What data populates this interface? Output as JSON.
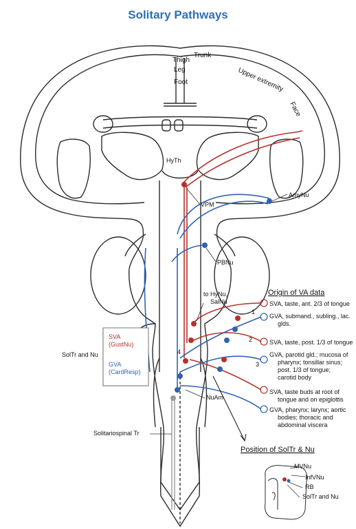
{
  "title": "Solitary Pathways",
  "colors": {
    "title": "#2d6fb5",
    "outline": "#2a2a2a",
    "sva": "#b5302c",
    "gva": "#2e63b3",
    "neuron_gray": "#9a9a9a"
  },
  "cortex_labels": {
    "thigh": "Thigh",
    "trunk": "Trunk",
    "leg": "Leg",
    "foot": "Foot",
    "upper_extremity": "Upper extremity",
    "face": "Face"
  },
  "structures": {
    "hyth": "HyTh",
    "vpm": "VPM",
    "amynu": "AmyNu",
    "pbnu": "PBNu",
    "to_hynu": "to HyNu,",
    "salnu": "SalNu",
    "nuam": "NuAm",
    "solitariospinal": "Solitariospinal Tr",
    "soltr_and_nu": "SolTr and Nu",
    "level_4": "4"
  },
  "legend": {
    "sva": "SVA",
    "sva_sub": "(GustNu)",
    "gva": "GVA",
    "gva_sub": "(CardResp)"
  },
  "origin": {
    "heading": "Origin of VA data",
    "items": [
      {
        "kind": "sva",
        "lines": [
          "SVA, taste, ant. 2/3 of tongue"
        ]
      },
      {
        "kind": "gva",
        "lines": [
          "GVA, submand., subling., lac.",
          "glds."
        ]
      },
      {
        "kind": "sva",
        "lines": [
          "SVA, taste, post. 1/3 of tongue"
        ]
      },
      {
        "kind": "gva",
        "lines": [
          "GVA, parotid gld.; mucosa of",
          "pharynx;  tonsillar sinus;",
          "post. 1/3 of tongue;",
          "carotid body"
        ]
      },
      {
        "kind": "sva",
        "lines": [
          "SVA, taste buds at root of",
          "tongue and on epiglottis"
        ]
      },
      {
        "kind": "gva",
        "lines": [
          "GVA, pharynx; larynx; aortic",
          "bodies; thoracic and",
          "abdominal viscera"
        ]
      }
    ],
    "nerve_numbers": [
      "1",
      "2",
      "3"
    ]
  },
  "position": {
    "heading": "Position of SolTr & Nu",
    "labels": [
      "MVNu",
      "InfVNu",
      "RB",
      "SolTr and Nu"
    ]
  }
}
